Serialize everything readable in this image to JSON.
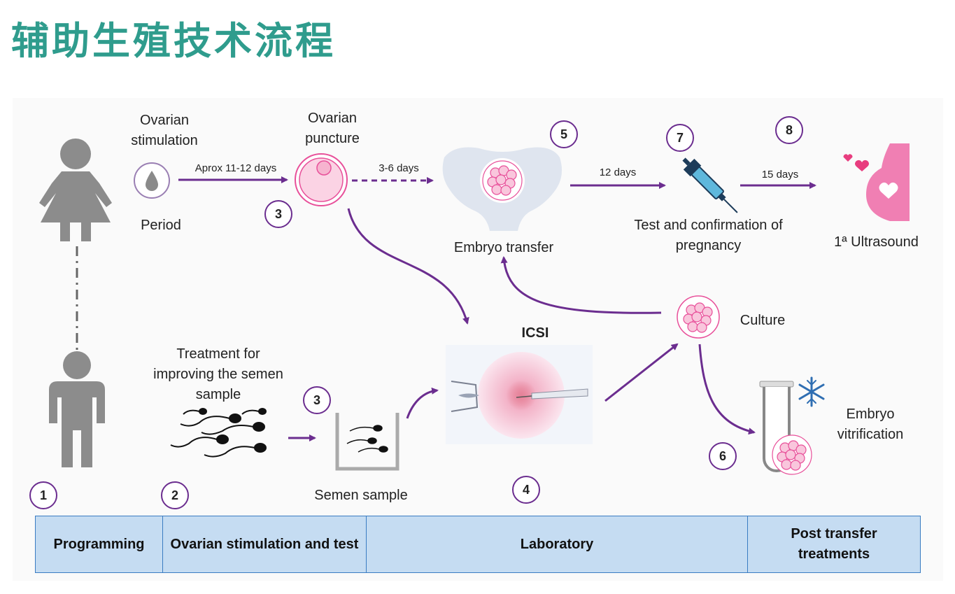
{
  "title": "辅助生殖技术流程",
  "labels": {
    "ovarian_stimulation": "Ovarian\nstimulation",
    "period": "Period",
    "aprox_days": "Aprox 11-12 days",
    "ovarian_puncture": "Ovarian\npuncture",
    "three_six_days": "3-6 days",
    "embryo_transfer": "Embryo transfer",
    "twelve_days": "12 days",
    "test_confirmation": "Test and confirmation of\npregnancy",
    "fifteen_days": "15 days",
    "ultrasound": "1ª Ultrasound",
    "icsi": "ICSI",
    "culture": "Culture",
    "treatment_semen": "Treatment for\nimproving the semen\nsample",
    "semen_sample": "Semen sample",
    "embryo_vitrification": "Embryo\nvitrification"
  },
  "steps": {
    "s1": "1",
    "s2": "2",
    "s3a": "3",
    "s3b": "3",
    "s4": "4",
    "s5": "5",
    "s6": "6",
    "s7": "7",
    "s8": "8"
  },
  "phases": [
    {
      "label": "Programming"
    },
    {
      "label": "Ovarian stimulation and test"
    },
    {
      "label": "Laboratory"
    },
    {
      "label": "Post transfer treatments"
    }
  ],
  "colors": {
    "accent": "#6b2d8f",
    "title": "#2f9c8d",
    "pink": "#e8509a",
    "person": "#8c8c8c",
    "table_fill": "#c5dcf2",
    "table_border": "#3a7cc2"
  },
  "icons": [
    "woman-icon",
    "man-icon",
    "drop-icon",
    "oocyte-icon",
    "uterus-icon",
    "embryo-icon",
    "syringe-icon",
    "pregnant-icon",
    "sperm-icon",
    "beaker-icon",
    "microscope-icon",
    "test-tube-icon",
    "snowflake-icon"
  ]
}
